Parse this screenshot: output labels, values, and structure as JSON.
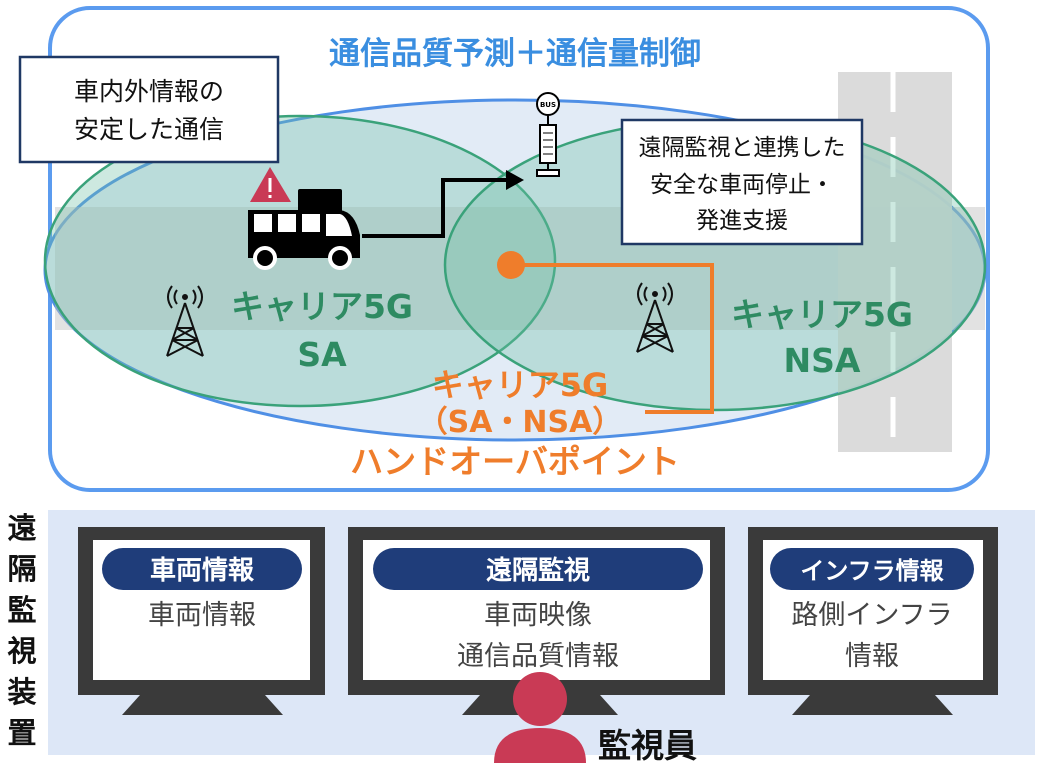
{
  "top": {
    "title": "通信品質予測＋通信量制御",
    "callout_left": [
      "車内外情報の",
      "安定した通信"
    ],
    "callout_right": [
      "遠隔監視と連携した",
      "安全な車両停止・",
      "発進支援"
    ],
    "sa_zone": [
      "キャリア5G",
      "SA"
    ],
    "nsa_zone": [
      "キャリア5G",
      "NSA"
    ],
    "handover": [
      "キャリア5G",
      "（SA・NSA）",
      "ハンドオーバポイント"
    ],
    "bus_stop_sign": "BUS"
  },
  "bottom": {
    "vertical_label": [
      "遠",
      "隔",
      "監",
      "視",
      "装",
      "置"
    ],
    "monitors": [
      {
        "header": "車両情報",
        "lines": [
          "車両情報"
        ]
      },
      {
        "header": "遠隔監視",
        "lines": [
          "車両映像",
          "通信品質情報"
        ]
      },
      {
        "header": "インフラ情報",
        "lines": [
          "路側インフラ",
          "情報"
        ]
      }
    ],
    "operator_label": "監視員"
  },
  "colors": {
    "frame_blue": "#5b9bef",
    "title_blue": "#3a8ee0",
    "zone_green": "#2e8b62",
    "handover_orange": "#ef7d2b",
    "navy": "#1f3d7a",
    "alert_pink": "#c93a55"
  }
}
